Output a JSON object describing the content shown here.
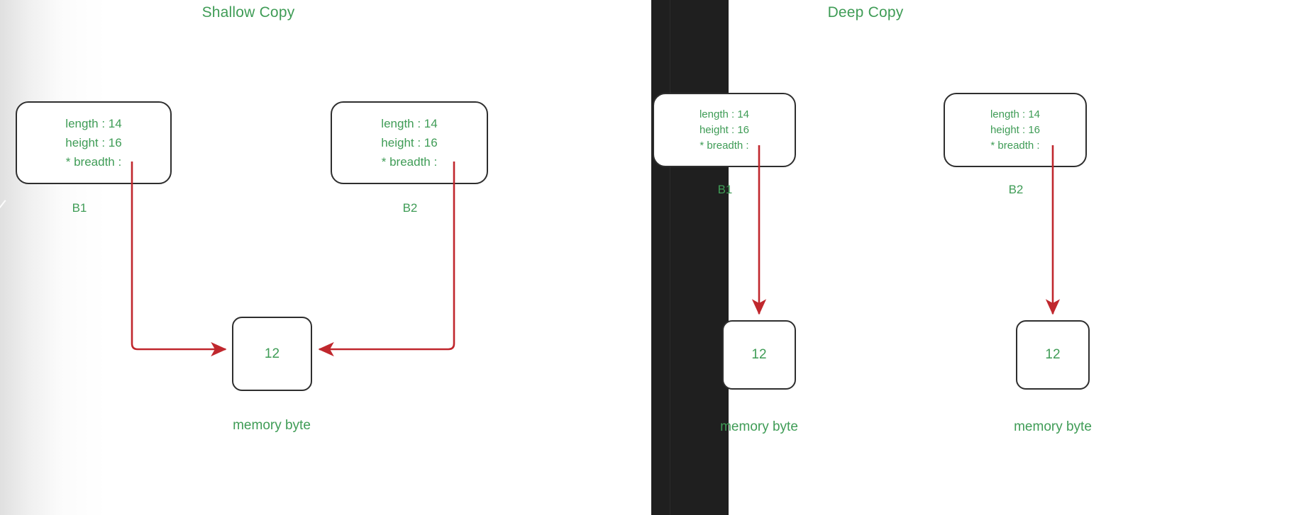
{
  "diagram": {
    "title_note": "Shallow Copy vs Deep Copy memory reference diagram",
    "accent_text_color": "#3f9c56",
    "arrow_color": "#c0272d",
    "box_border_color": "#2e2e2e",
    "separator_color": "#1f1f1f"
  },
  "panels": {
    "shallow": {
      "title": "Shallow Copy",
      "objects": [
        {
          "caption": "B1",
          "lines": [
            "length : 14",
            "height : 16",
            "* breadth :"
          ]
        },
        {
          "caption": "B2",
          "lines": [
            "length : 14",
            "height : 16",
            "* breadth :"
          ]
        }
      ],
      "memory": [
        {
          "value": "12",
          "caption": "memory byte"
        }
      ]
    },
    "deep": {
      "title": "Deep Copy",
      "objects": [
        {
          "caption": "B1",
          "lines": [
            "length : 14",
            "height : 16",
            "* breadth :"
          ]
        },
        {
          "caption": "B2",
          "lines": [
            "length : 14",
            "height : 16",
            "* breadth :"
          ]
        }
      ],
      "memory": [
        {
          "value": "12",
          "caption": "memory byte"
        },
        {
          "value": "12",
          "caption": "memory byte"
        }
      ]
    }
  }
}
